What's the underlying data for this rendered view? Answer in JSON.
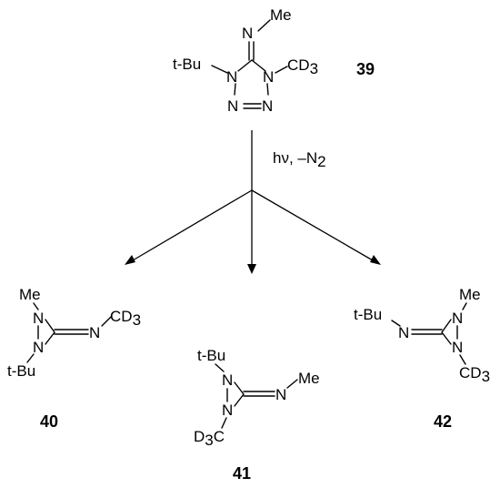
{
  "reactant": {
    "id": "39",
    "me": "Me",
    "n": "N",
    "tbu": "t-Bu",
    "cd3_c": "CD",
    "sub3": "3"
  },
  "conditions": {
    "hnu": "hν",
    "loss": ", –N",
    "sub2": "2"
  },
  "products": {
    "p40": {
      "id": "40",
      "me": "Me",
      "tbu": "t-Bu",
      "n": "N",
      "cd3_c": "CD",
      "sub3": "3"
    },
    "p41": {
      "id": "41",
      "me": "Me",
      "tbu": "t-Bu",
      "n": "N",
      "d3c_d": "D",
      "d3c_c": "C",
      "sub3": "3"
    },
    "p42": {
      "id": "42",
      "me": "Me",
      "tbu": "t-Bu",
      "n": "N",
      "cd3_c": "CD",
      "sub3": "3"
    }
  }
}
